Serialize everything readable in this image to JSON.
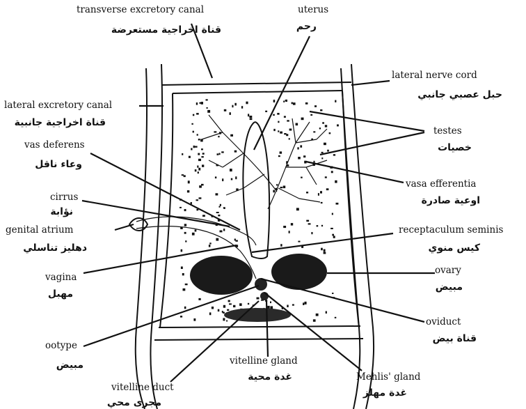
{
  "labels": {
    "transverse_canal": {
      "en": "transverse excretory canal",
      "ar": "قناة اخراجية مستعرضة"
    },
    "uterus": {
      "en": "uterus",
      "ar": "رحم"
    },
    "lateral_nerve": {
      "en": "lateral nerve cord",
      "ar": "حبل عصبي جانبي"
    },
    "lateral_canal": {
      "en": "lateral excretory canal",
      "ar": "قناة اخراجية جانبية"
    },
    "testes": {
      "en": "testes",
      "ar": "خصيات"
    },
    "vas_deferens": {
      "en": "vas deferens",
      "ar": "وعاء ناقل"
    },
    "vasa_efferentia": {
      "en": "vasa efferentia",
      "ar": "اوعية صادرة"
    },
    "cirrus": {
      "en": "cirrus",
      "ar": "نؤابة"
    },
    "genital_atrium": {
      "en": "genital atrium",
      "ar": "دهليز تناسلي"
    },
    "receptaculum": {
      "en": "receptaculum seminis",
      "ar": "كيس منوي"
    },
    "ovary": {
      "en": "ovary",
      "ar": "مبيض"
    },
    "vagina": {
      "en": "vagina",
      "ar": "مهبل"
    },
    "oviduct": {
      "en": "oviduct",
      "ar": "قناة بيض"
    },
    "ootype": {
      "en": "ootype",
      "ar": "مبيض"
    },
    "vitelline_gland": {
      "en": "vitelline gland",
      "ar": "غدة محية"
    },
    "mehlis_gland": {
      "en": "Mehlis' gland",
      "ar": "غدة مهلز"
    },
    "vitelline_duct": {
      "en": "vitelline duct",
      "ar": "مجرى محي"
    }
  }
}
